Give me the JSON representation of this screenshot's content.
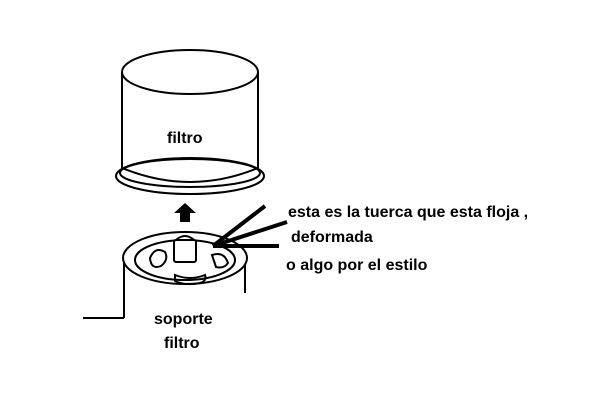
{
  "labels": {
    "filter": "filtro",
    "annotation_line1": "esta es la tuerca que esta floja ,",
    "annotation_line2": "deformada",
    "annotation_line3": "o algo por el estilo",
    "support_line1": "soporte",
    "support_line2": "filtro"
  }
}
